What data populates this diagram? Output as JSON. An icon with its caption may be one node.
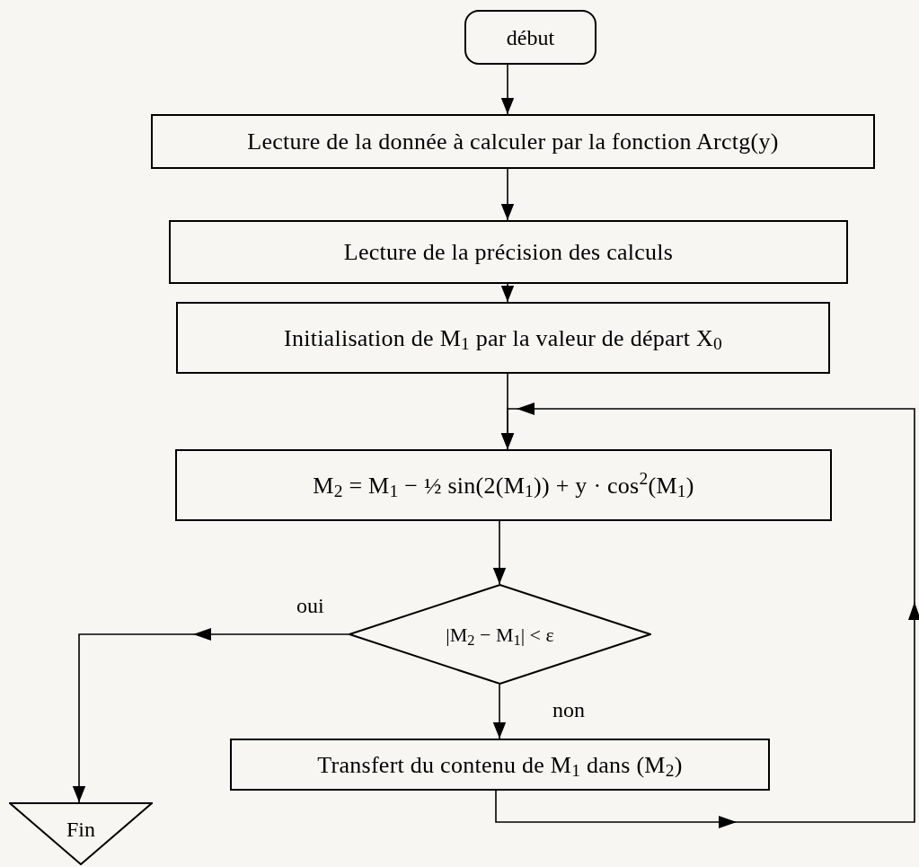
{
  "diagram": {
    "nodes": [
      {
        "text": [
          "début"
        ]
      },
      {
        "text": [
          "Lecture de la donnée à calculer par la fonction Arctg(y)"
        ]
      },
      {
        "text": [
          "Lecture de la précision des calculs"
        ]
      },
      {
        "text": [
          "Initialisation de M$_{1}$ par la valeur de départ X$_{0}$"
        ]
      },
      {
        "text": [
          "M$_{2}$ = M$_{1}$ − ½ sin(2(M$_{1}$)) + y · cos$^{2}$(M$_{1}$)"
        ]
      },
      {
        "text": [
          "|M$_{2}$ − M$_{1}$| < ε"
        ]
      },
      {
        "text": [
          "Transfert du contenu de M$_{1}$ dans (M$_{2}$)"
        ]
      },
      {
        "text": [
          "Fin"
        ]
      }
    ],
    "edges": [
      {
        "from": 0,
        "to": 1,
        "arrow": "to"
      },
      {
        "from": 1,
        "to": 2,
        "arrow": "to"
      },
      {
        "from": 2,
        "to": 3,
        "arrow": "to"
      },
      {
        "from": 3,
        "to": 4,
        "arrow": "to"
      },
      {
        "from": 4,
        "to": 5,
        "arrow": "to"
      },
      {
        "from": 5,
        "to": 7,
        "arrow": "to",
        "label": "oui"
      },
      {
        "from": 5,
        "to": 6,
        "arrow": "to",
        "label": "non"
      },
      {
        "from": 6,
        "to": 4,
        "arrow": "to"
      }
    ]
  }
}
